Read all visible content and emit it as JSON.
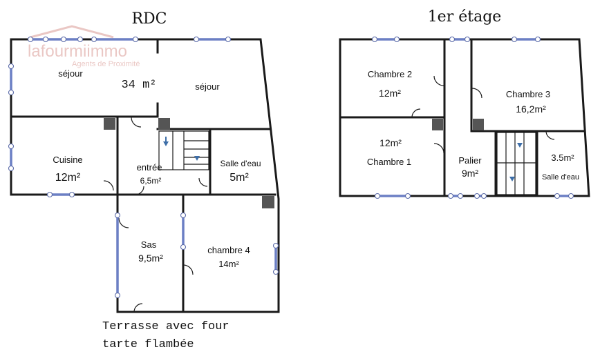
{
  "titles": {
    "ground_floor": "RDC",
    "first_floor": "1er étage"
  },
  "watermark": {
    "brand": "lafourmiimmo",
    "tagline": "Agents de Proximité"
  },
  "ground_floor_rooms": {
    "sejour_left": "séjour",
    "sejour_area": "34 m²",
    "sejour_right": "séjour",
    "cuisine": "Cuisine",
    "cuisine_area": "12m²",
    "entree": "entrée",
    "entree_area": "6,5m²",
    "salle_deau": "Salle d'eau",
    "salle_deau_area": "5m²",
    "sas": "Sas",
    "sas_area": "9,5m²",
    "chambre4": "chambre 4",
    "chambre4_area": "14m²"
  },
  "first_floor_rooms": {
    "chambre2": "Chambre 2",
    "chambre2_area": "12m²",
    "chambre1_area": "12m²",
    "chambre1": "Chambre 1",
    "palier": "Palier",
    "palier_area": "9m²",
    "chambre3": "Chambre 3",
    "chambre3_area": "16,2m²",
    "salle_deau_area": "3.5m²",
    "salle_deau": "Salle d'eau"
  },
  "caption": {
    "line1": "Terrasse avec four",
    "line2": "tarte flambée"
  },
  "colors": {
    "wall": "#1a1a1a",
    "window": "#6b7fc4",
    "watermark": "#d99a95",
    "stairs": "#3d6ea8"
  }
}
